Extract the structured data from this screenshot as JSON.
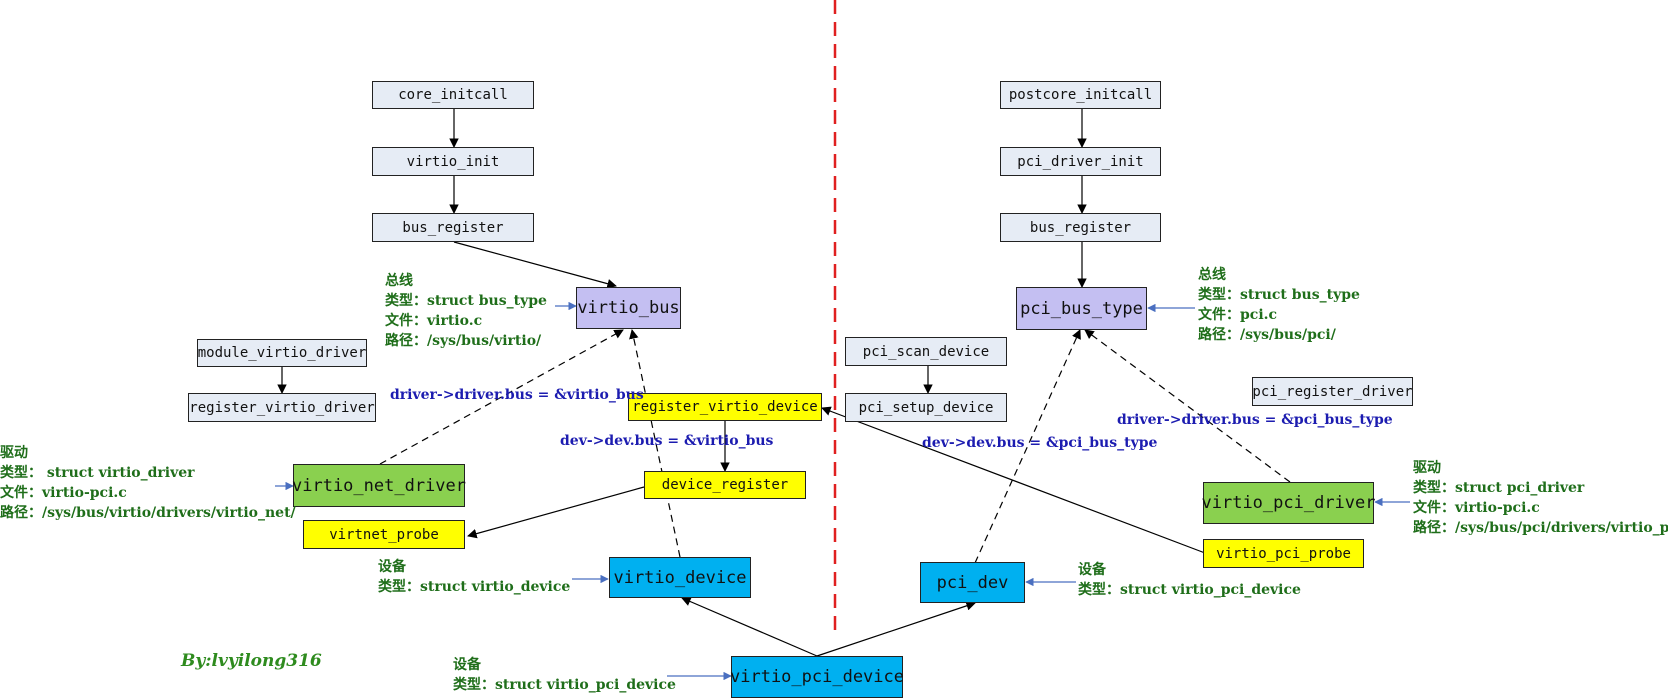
{
  "boxes": {
    "core_initcall": "core_initcall",
    "virtio_init": "virtio_init",
    "bus_register_left": "bus_register",
    "virtio_bus": "virtio_bus",
    "module_virtio_driver": "module_virtio_driver",
    "register_virtio_driver": "register_virtio_driver",
    "register_virtio_device": "register_virtio_device",
    "virtio_net_driver": "virtio_net_driver",
    "device_register": "device_register",
    "virtnet_probe": "virtnet_probe",
    "virtio_device": "virtio_device",
    "virtio_pci_device": "virtio_pci_device",
    "postcore_initcall": "postcore_initcall",
    "pci_driver_init": "pci_driver_init",
    "bus_register_right": "bus_register",
    "pci_bus_type": "pci_bus_type",
    "pci_scan_device": "pci_scan_device",
    "pci_setup_device": "pci_setup_device",
    "pci_register_driver": "pci_register_driver",
    "virtio_pci_driver": "virtio_pci_driver",
    "virtio_pci_probe": "virtio_pci_probe",
    "pci_dev": "pci_dev"
  },
  "notes": {
    "virtio_bus": [
      "总线",
      "类型：struct bus_type",
      "文件：virtio.c",
      "路径：/sys/bus/virtio/"
    ],
    "virtio_net_driver": [
      "驱动",
      "类型： struct virtio_driver",
      "文件：virtio-pci.c",
      "路径：/sys/bus/virtio/drivers/virtio_net/"
    ],
    "virtio_device": [
      "设备",
      "类型：struct virtio_device"
    ],
    "virtio_pci_device": [
      "设备",
      "类型：struct virtio_pci_device"
    ],
    "pci_bus_type": [
      "总线",
      "类型：struct bus_type",
      "文件：pci.c",
      "路径：/sys/bus/pci/"
    ],
    "virtio_pci_driver": [
      "驱动",
      "类型：struct pci_driver",
      "文件：virtio-pci.c",
      "路径：/sys/bus/pci/drivers/virtio_pci/"
    ],
    "pci_dev": [
      "设备",
      "类型：struct virtio_pci_device"
    ]
  },
  "labels": {
    "driver_bus_virtio": "driver->driver.bus = &virtio_bus",
    "dev_bus_virtio": "dev->dev.bus = &virtio_bus",
    "dev_bus_pci": "dev->dev.bus = &pci_bus_type",
    "driver_bus_pci": "driver->driver.bus = &pci_bus_type"
  },
  "signature": "By:lvyilong316",
  "colors": {
    "function_box": "#e6ecf5",
    "bus_box": "#c4bff2",
    "driver_box": "#8ad04f",
    "highlight_box": "#ffff00",
    "device_box": "#00b0f0",
    "note_text": "#1f6e1a",
    "assignment_text": "#1c1cb0",
    "divider": "#e02020"
  }
}
